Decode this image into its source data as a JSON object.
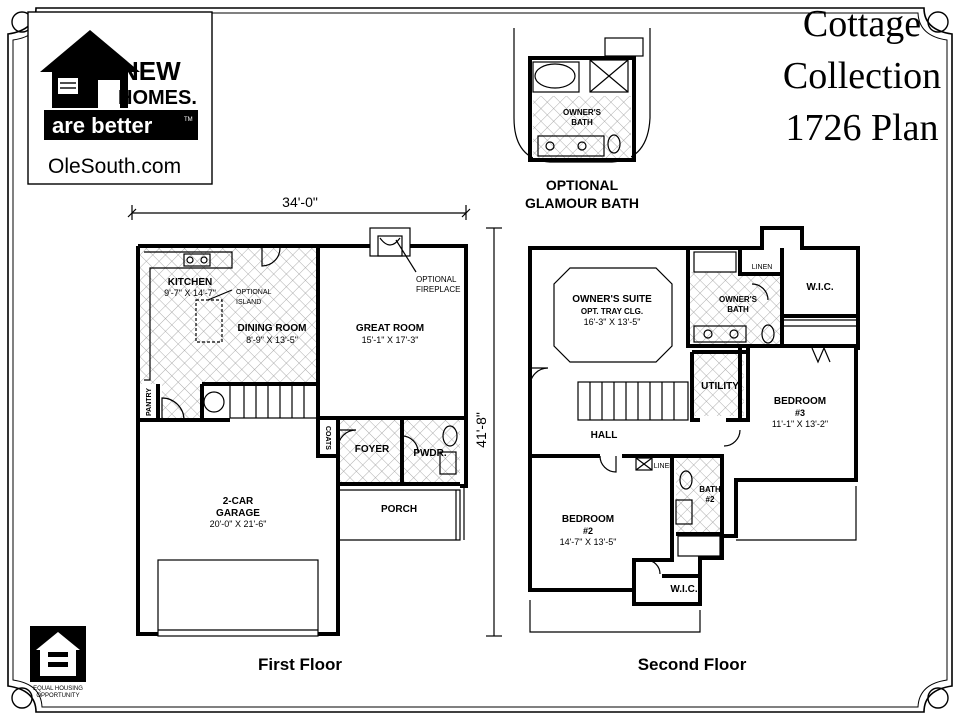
{
  "logo": {
    "line1": "NEW",
    "line2": "HOMES.",
    "line3": "are better",
    "tm": "TM",
    "website": "OleSouth.com"
  },
  "title": {
    "line1": "Cottage",
    "line2": "Collection",
    "line3": "1726 Plan"
  },
  "equal_housing": {
    "line1": "EQUAL HOUSING",
    "line2": "OPPORTUNITY"
  },
  "glamour": {
    "room": "OWNER'S",
    "room2": "BATH",
    "caption1": "OPTIONAL",
    "caption2": "GLAMOUR BATH"
  },
  "first_floor": {
    "caption": "First Floor",
    "width_dim": "34'-0\"",
    "depth_dim": "41'-8\"",
    "rooms": {
      "kitchen": {
        "name": "KITCHEN",
        "dims": "9'-7\" X 14'-7\""
      },
      "island": {
        "name": "OPTIONAL",
        "name2": "ISLAND"
      },
      "dining": {
        "name": "DINING ROOM",
        "dims": "8'-9\" X 13'-5\""
      },
      "great": {
        "name": "GREAT ROOM",
        "dims": "15'-1\" X 17'-3\""
      },
      "fireplace": {
        "name": "OPTIONAL",
        "name2": "FIREPLACE"
      },
      "pantry": {
        "name": "PANTRY"
      },
      "coats": {
        "name": "COATS"
      },
      "foyer": {
        "name": "FOYER"
      },
      "pwdr": {
        "name": "PWDR."
      },
      "porch": {
        "name": "PORCH"
      },
      "garage": {
        "name": "2-CAR",
        "name2": "GARAGE",
        "dims": "20'-0\" X 21'-6\""
      }
    }
  },
  "second_floor": {
    "caption": "Second Floor",
    "rooms": {
      "owners_suite": {
        "name": "OWNER'S SUITE",
        "note": "OPT. TRAY CLG.",
        "dims": "16'-3\" X 13'-5\""
      },
      "linen1": {
        "name": "LINEN"
      },
      "wic1": {
        "name": "W.I.C."
      },
      "owners_bath": {
        "name": "OWNER'S",
        "name2": "BATH"
      },
      "utility": {
        "name": "UTILITY"
      },
      "bedroom3": {
        "name": "BEDROOM",
        "num": "#3",
        "dims": "11'-1\" X 13'-2\""
      },
      "hall": {
        "name": "HALL"
      },
      "linen2": {
        "name": "LINEN"
      },
      "bath2": {
        "name": "BATH",
        "num": "#2"
      },
      "bedroom2": {
        "name": "BEDROOM",
        "num": "#2",
        "dims": "14'-7\" X 13'-5\""
      },
      "wic2": {
        "name": "W.I.C."
      }
    }
  }
}
